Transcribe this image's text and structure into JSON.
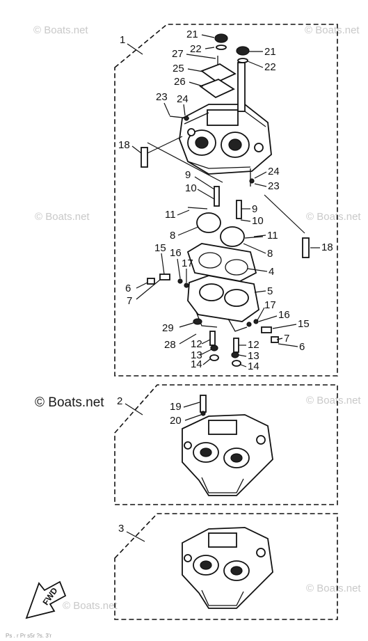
{
  "watermark": "© Boats.net",
  "assemblies": [
    {
      "ref": "1"
    },
    {
      "ref": "2"
    },
    {
      "ref": "3"
    }
  ],
  "callouts": [
    "21",
    "22",
    "27",
    "25",
    "26",
    "23",
    "24",
    "21",
    "22",
    "18",
    "9",
    "10",
    "11",
    "8",
    "9",
    "10",
    "11",
    "8",
    "15",
    "16",
    "17",
    "4",
    "6",
    "7",
    "5",
    "17",
    "16",
    "15",
    "29",
    "7",
    "6",
    "28",
    "12",
    "12",
    "13",
    "13",
    "14",
    "14",
    "24",
    "23",
    "18",
    "19",
    "20"
  ],
  "fwd_label": "FWD",
  "footer_text": "Ps  . r  Pr   s5r     ?s. 3'r"
}
